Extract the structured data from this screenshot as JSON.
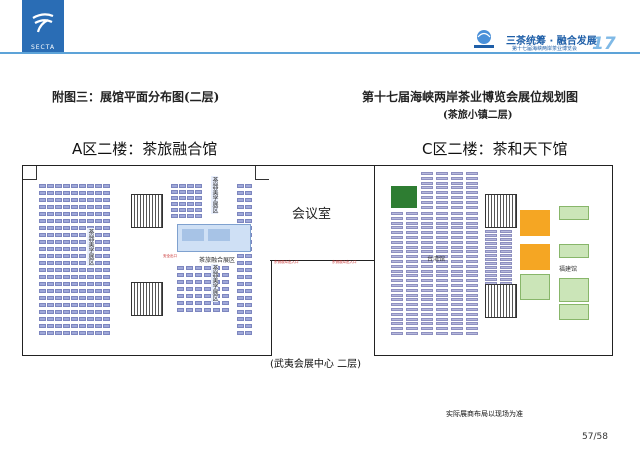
{
  "header": {
    "logo_caption": "SECTA",
    "brand_title": "三茶统筹 · 融合发展",
    "brand_subtitle": "第十七届海峡两岸茶业博览会",
    "brand_number": "17",
    "accent_color": "#2a6db5"
  },
  "document": {
    "left_heading": "附图三：展馆平面分布图(二层)",
    "right_heading": "第十七届海峡两岸茶业博览会展位规划图",
    "right_subheading": "(茶旅小镇二层)",
    "note": "实际展商布局以现场为准",
    "page_number": "57/58"
  },
  "plan": {
    "zone_a_title": "A区二楼：茶旅融合馆",
    "zone_c_title": "C区二楼：茶和天下馆",
    "meeting_room": "会议室",
    "center_label": "(武夷会展中心 二层)",
    "zone_a_labels": {
      "tea_art_upper": "茶器美学展区",
      "tea_art_left": "茶器美学展区",
      "tea_art_lower": "茶器美学展区",
      "fusion_area": "茶旅融合展区"
    },
    "zone_c_labels": {
      "taiwan": "台湾馆",
      "fujian": "福建馆"
    },
    "corridor_left": "东侧观众出入口",
    "corridor_right": "东侧观众出入口",
    "exit_label": "安全出口"
  }
}
